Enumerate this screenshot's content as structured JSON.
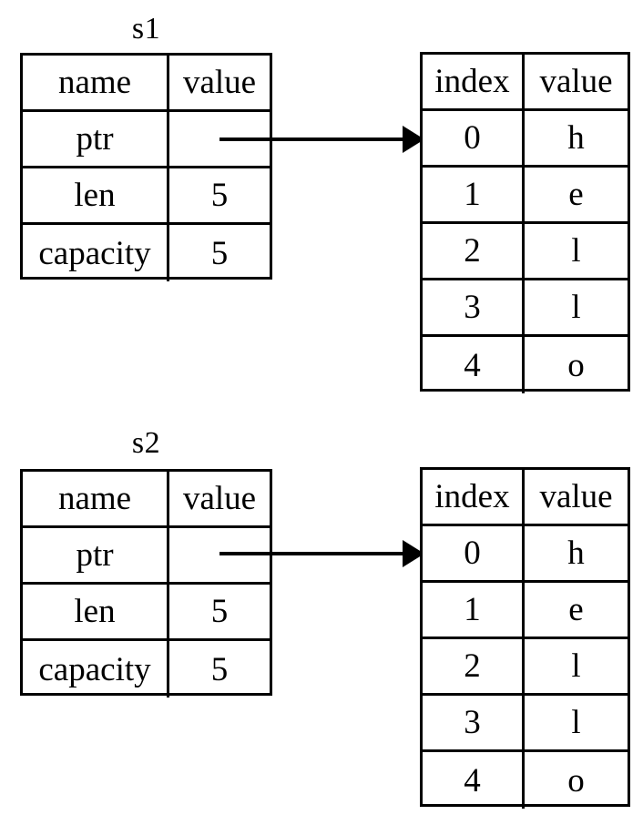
{
  "diagram": {
    "title": "",
    "colors": {
      "stroke": "#000000",
      "background": "#ffffff",
      "text": "#000000"
    },
    "groups": [
      {
        "id": "s1",
        "label": "s1",
        "struct_table": {
          "headers": [
            "name",
            "value"
          ],
          "rows": [
            {
              "name": "ptr",
              "value": ""
            },
            {
              "name": "len",
              "value": "5"
            },
            {
              "name": "capacity",
              "value": "5"
            }
          ]
        },
        "pointer_arrow": {
          "icon": "arrow-right-icon",
          "from": "ptr-value-cell",
          "to": "buffer-index-0-row"
        },
        "buffer_table": {
          "headers": [
            "index",
            "value"
          ],
          "rows": [
            {
              "index": "0",
              "value": "h"
            },
            {
              "index": "1",
              "value": "e"
            },
            {
              "index": "2",
              "value": "l"
            },
            {
              "index": "3",
              "value": "l"
            },
            {
              "index": "4",
              "value": "o"
            }
          ]
        }
      },
      {
        "id": "s2",
        "label": "s2",
        "struct_table": {
          "headers": [
            "name",
            "value"
          ],
          "rows": [
            {
              "name": "ptr",
              "value": ""
            },
            {
              "name": "len",
              "value": "5"
            },
            {
              "name": "capacity",
              "value": "5"
            }
          ]
        },
        "pointer_arrow": {
          "icon": "arrow-right-icon",
          "from": "ptr-value-cell",
          "to": "buffer-index-0-row"
        },
        "buffer_table": {
          "headers": [
            "index",
            "value"
          ],
          "rows": [
            {
              "index": "0",
              "value": "h"
            },
            {
              "index": "1",
              "value": "e"
            },
            {
              "index": "2",
              "value": "l"
            },
            {
              "index": "3",
              "value": "l"
            },
            {
              "index": "4",
              "value": "o"
            }
          ]
        }
      }
    ]
  }
}
